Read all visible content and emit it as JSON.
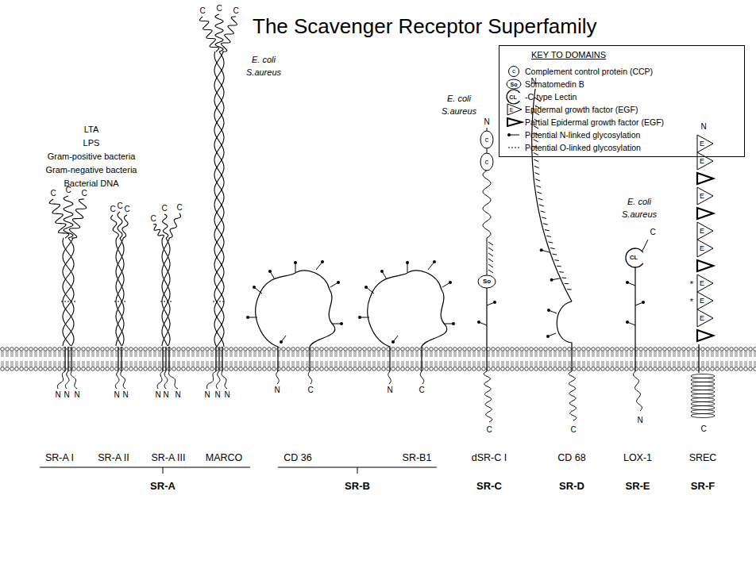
{
  "diagram": {
    "title": "The Scavenger Receptor Superfamily",
    "nodes": [
      {
        "text": [
          "KEY TO DOMAINS"
        ]
      }
    ],
    "labels": [
      "LTA",
      "LPS",
      "Gram-positive bacteria",
      "Gram-negative bacteria",
      "Bacterial DNA",
      "C",
      "C",
      "C",
      "N",
      "N",
      "N",
      "C",
      "C",
      "C",
      "N",
      "N",
      "C",
      "C",
      "C",
      "N",
      "N",
      "N",
      "C",
      "C",
      "C",
      "N",
      "N",
      "N",
      "E. coli",
      "S.aureus",
      "N",
      "C",
      "N",
      "C",
      "E. coli",
      "S.aureus",
      "N",
      "c",
      "c",
      "So",
      "C",
      "N",
      "C",
      "E. coli",
      "S.aureus",
      "C",
      "CL",
      "N",
      "N",
      "E",
      "E",
      "E",
      "E",
      "E",
      "E",
      "E",
      "E",
      "*",
      "*",
      "C",
      "SR-A I",
      "SR-A II",
      "SR-A III",
      "MARCO",
      "CD 36",
      "SR-B1",
      "dSR-C I",
      "CD 68",
      "LOX-1",
      "SREC",
      "SR-A",
      "SR-B",
      "SR-C",
      "SR-D",
      "SR-E",
      "SR-F",
      "c",
      "So",
      "CL",
      "E"
    ],
    "legend": [
      {
        "text": "Complement control protein (CCP)"
      },
      {
        "text": "Somatomedin B"
      },
      {
        "text": "-C-type Lectin"
      },
      {
        "text": "Epidermal growth factor (EGF)"
      },
      {
        "text": "Partial Epidermal growth factor (EGF)"
      },
      {
        "text": "Potential N-linked glycosylation"
      },
      {
        "text": "Potential O-linked glycosylation"
      }
    ]
  }
}
